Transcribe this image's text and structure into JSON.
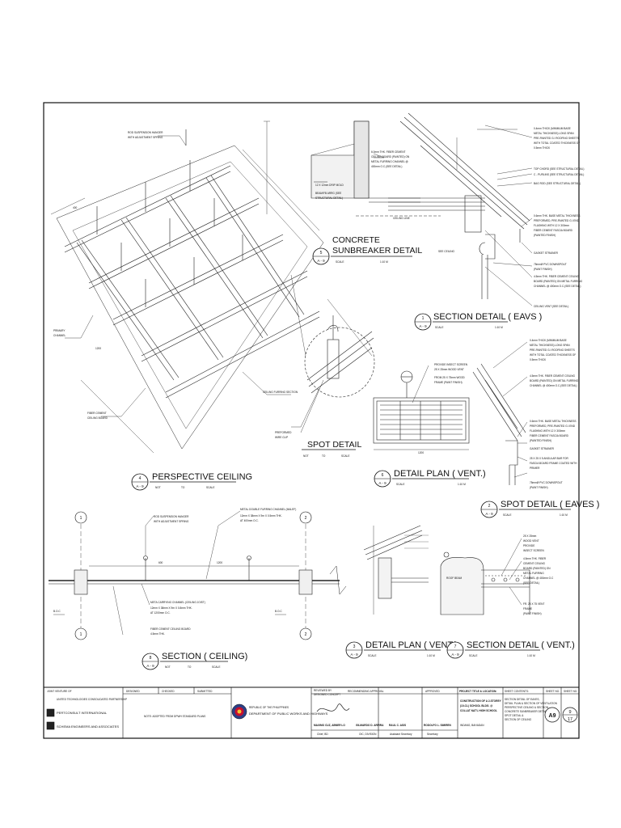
{
  "details": {
    "perspective": {
      "title": "PERSPECTIVE CEILING",
      "number": "4",
      "sheet": "A - 9",
      "scale_label": "NOT",
      "scale_to": "TO",
      "scale_value": "SCALE",
      "notes": {
        "hanger": "ROD SUSPENSION HANGER",
        "hanger2": "WITH ADJUSTMENT SPRING",
        "primary": "PRIMARY",
        "primary2": "CHANNEL",
        "board": "FIBER CEMENT",
        "board2": "CEILING BOARD",
        "furring": "CEILING FURRING SECTION",
        "clip": "PREFORMED",
        "clip2": "WIRE CLIP",
        "dim1": "400",
        "dim2": "1200"
      }
    },
    "sunbreaker": {
      "title1": "CONCRETE",
      "title2": "SUNBREAKER DETAIL",
      "number": "5",
      "sheet": "A - 9",
      "scale_label": "SCALE",
      "scale_value": "1:10 M",
      "notes": {
        "a": "6.0mm THK. FIBER CEMENT",
        "b": "CEILING BOARD (PAINTED) ON",
        "c": "METAL FURRING CHANNEL @",
        "d": "400mm O.C.(SEE DETAIL)",
        "drip": "12 X 12mm DRIP MOLD",
        "beam": "BEAM/FB ARRG (SEE",
        "beam2": "STRUCTURAL DETAIL)",
        "ceiling": "CEILING LINE",
        "seeceiling": "SEE CEILING"
      }
    },
    "eaves": {
      "title": "SECTION DETAIL ( EAVS )",
      "number": "1",
      "sheet": "A - 9",
      "scale_label": "SCALE",
      "scale_value": "1:10 M",
      "notes": [
        "0.4mm THICK (MINIMUM BASE",
        "METAL THICKNESS) LONG SPAN",
        "PRE-PAINTED G.I ROOFING SHEETS",
        "WITH TOTAL COATED THICKNESS OF",
        "0.5mm THICK",
        "TOP CHORD (SEE STRUCTURAL DETAIL)",
        "C - PURLINS (SEE STRUCTURAL DETAIL)",
        "BAG ROD (SEE STRUCTURAL DETAIL)",
        "0.6mm THK. BASE METAL THICKNESS",
        "PREFORMED, PRE-PAINTED G.I END",
        "FLASHING WITH 12 X 300mm",
        "FIBER CEMENT FASCIA BOARD",
        "(PAINTED FINISH)",
        "GASKET STRAINER",
        "75mmØ PVC DOWNSPOUT",
        "(PAINT FINISH)",
        "4.5mm THK. FIBER CEMENT CEILING",
        "BOARD (PAINTED) ON METAL FURRING",
        "CHANNEL @ 400mm O.C.(SEE DETAIL)",
        "CEILING VENT (SEE DETAIL)"
      ]
    },
    "spot": {
      "title": "SPOT DETAIL",
      "scale_label": "NOT",
      "scale_to": "TO",
      "scale_value": "SCALE"
    },
    "plan_vent_6": {
      "title": "DETAIL PLAN ( VENT.)",
      "number": "6",
      "sheet": "A - 9",
      "scale_label": "SCALE",
      "scale_value": "1:10 M",
      "notes": {
        "a": "PROVIDE INSECT SCREEN",
        "b": "25 X 25mm WOOD VENT",
        "c": "FROM 25 X 75mm WOOD",
        "d": "FRAME (PAINT FINISH)",
        "dim": "1200"
      }
    },
    "spot_eaves": {
      "title": "SPOT DETAIL ( EAVES )",
      "number": "2",
      "sheet": "A - 9",
      "scale_label": "SCALE",
      "scale_value": "1:10 M",
      "notes": [
        "0.4mm THICK (MINIMUM BASE",
        "METAL THICKNESS) LONG SPAN",
        "PRE-PAINTED G.I ROOFING SHEETS",
        "WITH TOTAL COATED THICKNESS OF",
        "0.5mm THICK",
        "4.5mm THK. FIBER CEMENT CEILING",
        "BOARD (PAINTED) ON METAL FURRING",
        "CHANNEL @ 400mm O.C.(SEE DETAIL)",
        "0.6mm THK. BASE METAL THICKNESS",
        "PREFORMED, PRE-PAINTED G.I END",
        "FLASHING WITH 12 X 300mm",
        "FIBER CEMENT FASCIA BOARD",
        "(PAINTED FINISH)",
        "GASKET STRAINER",
        "25 X 25 X 5 ANGULAR BAR FOR",
        "FASCIA BOARD FRAME COATED WITH",
        "PRIMER",
        "75mmØ PVC DOWNSPOUT",
        "(PAINT FINISH)"
      ]
    },
    "section_ceiling": {
      "title": "SECTION ( CEILING)",
      "number": "8",
      "sheet": "A - 9",
      "scale_label": "NOT",
      "scale_to": "TO",
      "scale_value": "SCALE",
      "notes": {
        "hanger": "ROD SUSPENSION HANGER",
        "hanger2": "WITH ADJUSTMENT SPRING",
        "furring": "METAL DOUBLE FURRING CHANNEL (MALEF)",
        "furring2": "12mm X 38mm X 9m X 0.5mm THK.",
        "furring3": "AT 400mm O.C.",
        "carrying": "META CARRYING CHANNEL (CEILING JOIST)",
        "carrying2": "12mm X 38mm X 9m X 0.8mm THK.",
        "carrying3": "AT 1200mm O.C.",
        "board": "FIBER CEMENT CEILING BOARD",
        "board2": "4.5mm THK.",
        "dim1": "600",
        "dim2": "1200",
        "grid1": "1",
        "grid2": "2",
        "lvl": "B.O.C"
      }
    },
    "plan_vent_3": {
      "title": "DETAIL PLAN ( VENT.)",
      "number": "3",
      "sheet": "A - 9",
      "scale_label": "SCALE",
      "scale_value": "1:10 M"
    },
    "section_vent": {
      "title": "SECTION DETAIL ( VENT.)",
      "number": "7",
      "sheet": "A - 9",
      "scale_label": "SCALE",
      "scale_value": "1:10 M",
      "notes": [
        "25 X 25mm",
        "WOOD VENT",
        "PROVIDE",
        "INSECT SCREEN",
        "4.5mm THK. FIBER",
        "CEMENT CEILING",
        "BOARD (PAINTED) ON",
        "METAL FURRING",
        "CHANNEL @ 400mm O.C",
        "(SEE DETAIL)",
        "FR. 25 X 75 VENT",
        "FRAME",
        "(PAINT FINISH)"
      ],
      "roofbeam": "ROOF BEAM"
    }
  },
  "title_block": {
    "joint_venture": "JOINT VENTURE OF",
    "firm1": "UNITED TECHNOLOGIES CONSOLIDATED PARTNERSHIP",
    "firm2": "PERTCONSULT INTERNATIONAL",
    "firm3": "SCHEMA ENGINEERS AND ASSOCIATES",
    "designed": "DESIGNED",
    "checked": "CHECKED",
    "submitted": "SUBMITTED",
    "note": "NOTE: ADOPTED FROM DPWH STANDARD PLANS",
    "republic": "REPUBLIC OF THE PHILIPPINES",
    "department": "DEPARTMENT OF PUBLIC WORKS AND HIGHWAYS",
    "reviewed": "REVIEWED BY",
    "reviewed2": "DESIGNED CONCEPT",
    "recommending": "RECOMMENDING APPROVAL",
    "approved": "APPROVED",
    "name1": "MAXIMO CUZ, ABNER LO",
    "name2": "GILMARDO D. ARPIRA",
    "name3": "RAUL C. ASIS",
    "name4": "RODOLFO L. SIMIREN",
    "role1": "Chief, BD",
    "role2": "OIC, DIVISION",
    "role3": "Assistant Secretary",
    "role4": "Secretary",
    "project_label": "PROJECT TITLE & LOCATION:",
    "project1": "CONSTRUCTION OF A 2-STOREY",
    "project2": "(10-CL) SCHOOL BLDG. @",
    "project3": "COLLAT NAT'L HIGH SCHOOL",
    "project4": "INDANG, BAHADAN",
    "sheet_contents": "SHEET CONTENTS:",
    "contents": [
      "SECTION DETAIL OF EAVES,",
      "DETAIL PLAN & SECTION OF VENTILATION",
      "PERSPECTIVE CEILING & SECTION",
      "CONCRETE SUNBREAKER DETAIL,",
      "SPOT DETAIL &",
      "SECTION OF CEILING"
    ],
    "sheet_no_label": "SHEET NO.",
    "sheet_no": "A9",
    "sheet_total": "9",
    "sheet_of": "17"
  }
}
